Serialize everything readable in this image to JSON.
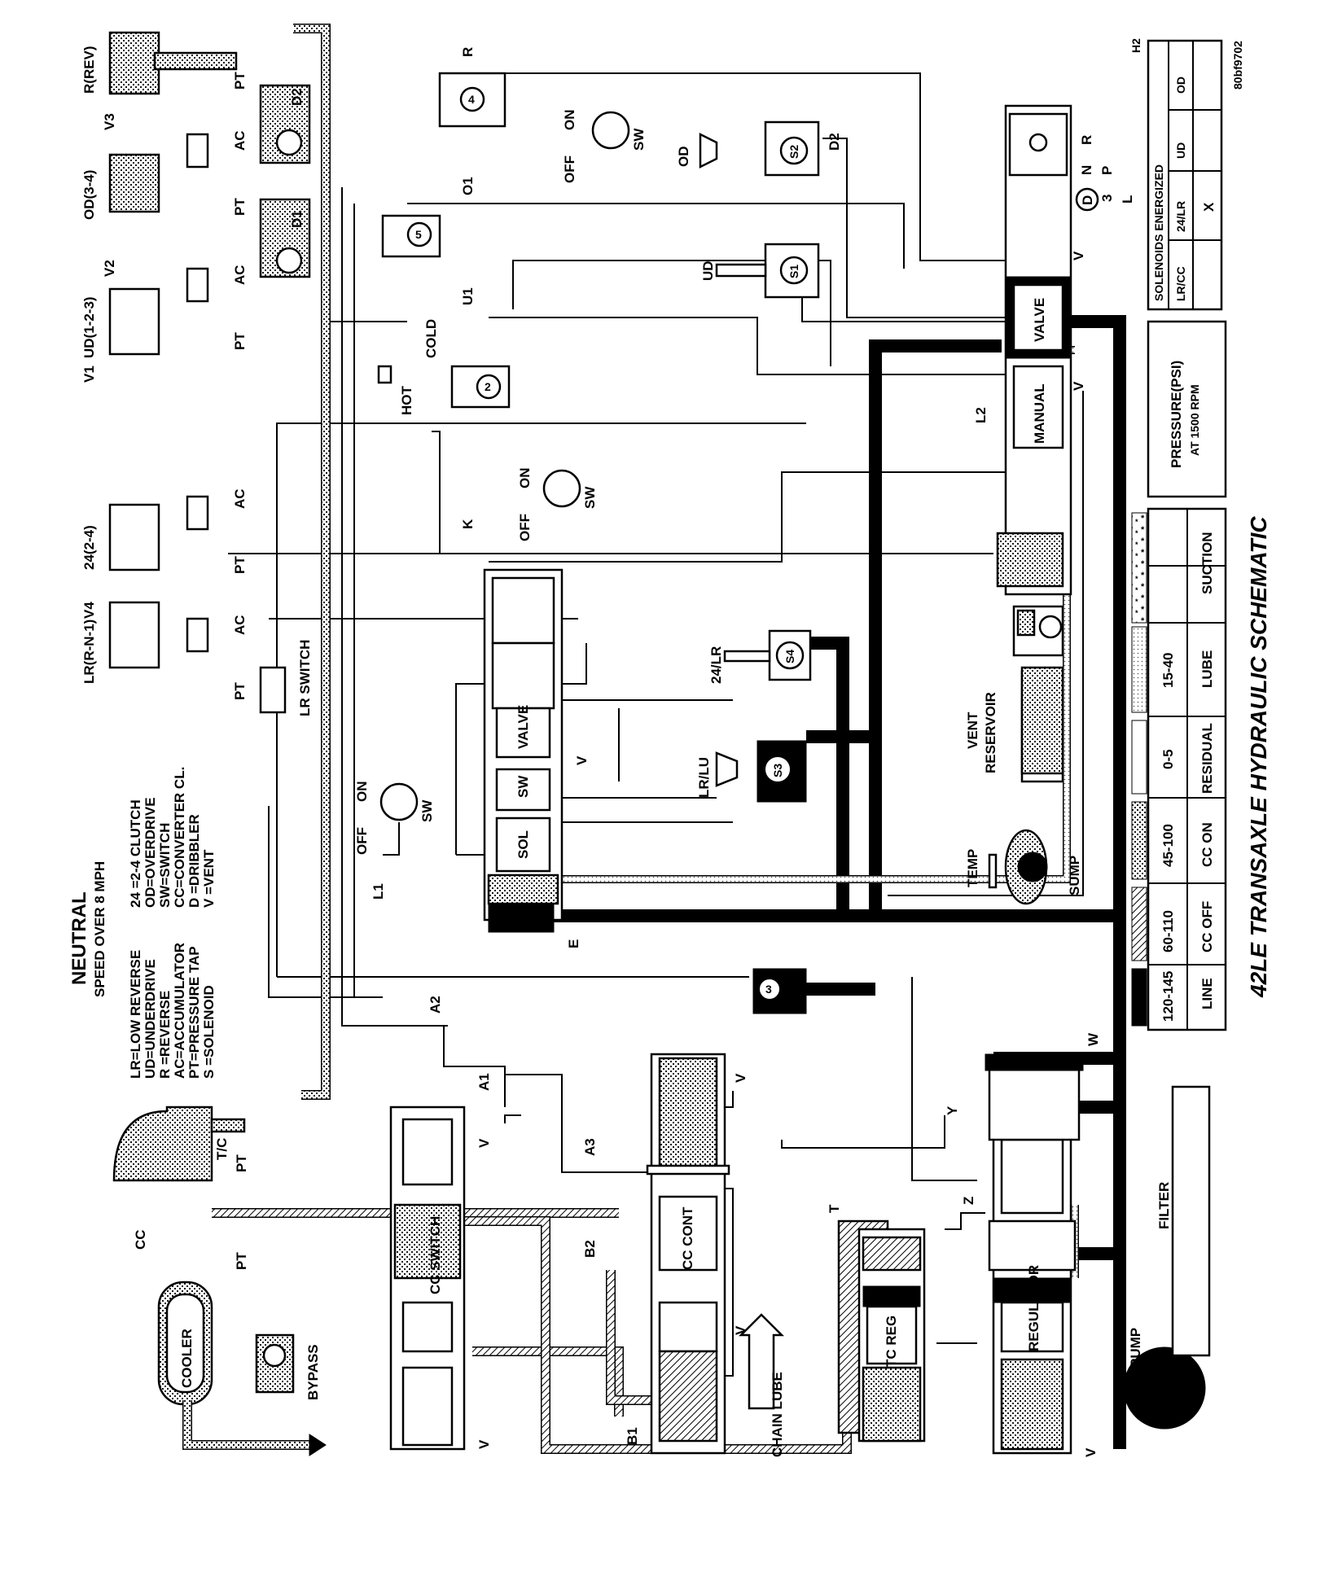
{
  "title": "42LE TRANSAXLE HYDRAULIC SCHEMATIC",
  "figure_id": "80bf9702",
  "corner_tag": "H2",
  "mode": {
    "name": "NEUTRAL",
    "condition": "SPEED OVER 8 MPH"
  },
  "legend_abbrev_left": [
    "LR=LOW REVERSE",
    "UD=UNDERDRIVE",
    "R  =REVERSE",
    "AC=ACCUMULATOR",
    "PT=PRESSURE TAP",
    "S  =SOLENOID"
  ],
  "legend_abbrev_right": [
    "24 =2-4 CLUTCH",
    "OD=OVERDRIVE",
    "SW=SWITCH",
    "CC=CONVERTER CL.",
    "D  =DRIBBLER",
    "V  =VENT"
  ],
  "pressure_table": {
    "heading": "PRESSURE(PSI)",
    "subheading": "AT 1500 RPM",
    "colors": {
      "line": "#000000",
      "cc_off": "hatch",
      "cc_on": "dense-dots",
      "residual": "white",
      "lube": "gray-dots",
      "suction": "stars"
    },
    "rows": [
      {
        "range": "120-145",
        "name": "LINE"
      },
      {
        "range": "60-110",
        "name": "CC OFF"
      },
      {
        "range": "45-100",
        "name": "CC ON"
      },
      {
        "range": "0-5",
        "name": "RESIDUAL"
      },
      {
        "range": "15-40",
        "name": "LUBE"
      },
      {
        "range": "",
        "name": "SUCTION"
      }
    ]
  },
  "solenoid_table": {
    "heading": "SOLENOIDS ENERGIZED",
    "columns": [
      "LR",
      "/CC",
      "24/LR",
      "UD",
      "OD"
    ],
    "col_labels": [
      "LR/CC",
      "24/LR",
      "UD",
      "OD"
    ],
    "row": [
      "",
      "X",
      "",
      ""
    ]
  },
  "clutches": {
    "lr": "LR(R-N-1)",
    "c24": "24(2-4)",
    "ud": "UD(1-2-3)",
    "od": "OD(3-4)",
    "rev": "R(REV)"
  },
  "labels": {
    "cc": "CC",
    "pt": "PT",
    "ac": "AC",
    "tc": "T/C",
    "cooler": "COOLER",
    "bypass": "BYPASS",
    "cc_switch": "CC SWITCH",
    "cc_cont": "CC CONT",
    "chain_lube": "CHAIN LUBE",
    "tc_reg": "TC REG",
    "regulator": "REGULATOR",
    "pump": "PUMP",
    "filter": "FILTER",
    "lr_switch": "LR SWITCH",
    "sol": "SOL",
    "sw": "SW",
    "valve": "VALVE",
    "manual": "MANUAL",
    "temp": "TEMP",
    "sump": "SUMP",
    "vent": "VENT",
    "reservoir": "RESERVOIR",
    "off": "OFF",
    "on": "ON",
    "v": "V",
    "hot": "HOT",
    "cold": "COLD",
    "e": "E",
    "k": "K",
    "l1": "L1",
    "l2": "L2",
    "a1": "A1",
    "a2": "A2",
    "a3": "A3",
    "b1": "B1",
    "b2": "B2",
    "o1": "O1",
    "u1": "U1",
    "d2": "D2",
    "d1": "D1",
    "r": "R",
    "t": "T",
    "w": "W",
    "y": "Y",
    "z": "Z",
    "v1": "V1",
    "v2": "V2",
    "v3": "V3",
    "v4": "V4",
    "ud": "UD",
    "od": "OD",
    "lr_lu": "LR/LU",
    "lr24": "24/LR",
    "s1": "S1",
    "s2": "S2",
    "s3": "S3",
    "s4": "S4",
    "n2": "2",
    "n3": "3",
    "n4": "4",
    "n5": "5",
    "prndl": [
      "R",
      "N",
      "D",
      "3",
      "L",
      "P"
    ]
  }
}
